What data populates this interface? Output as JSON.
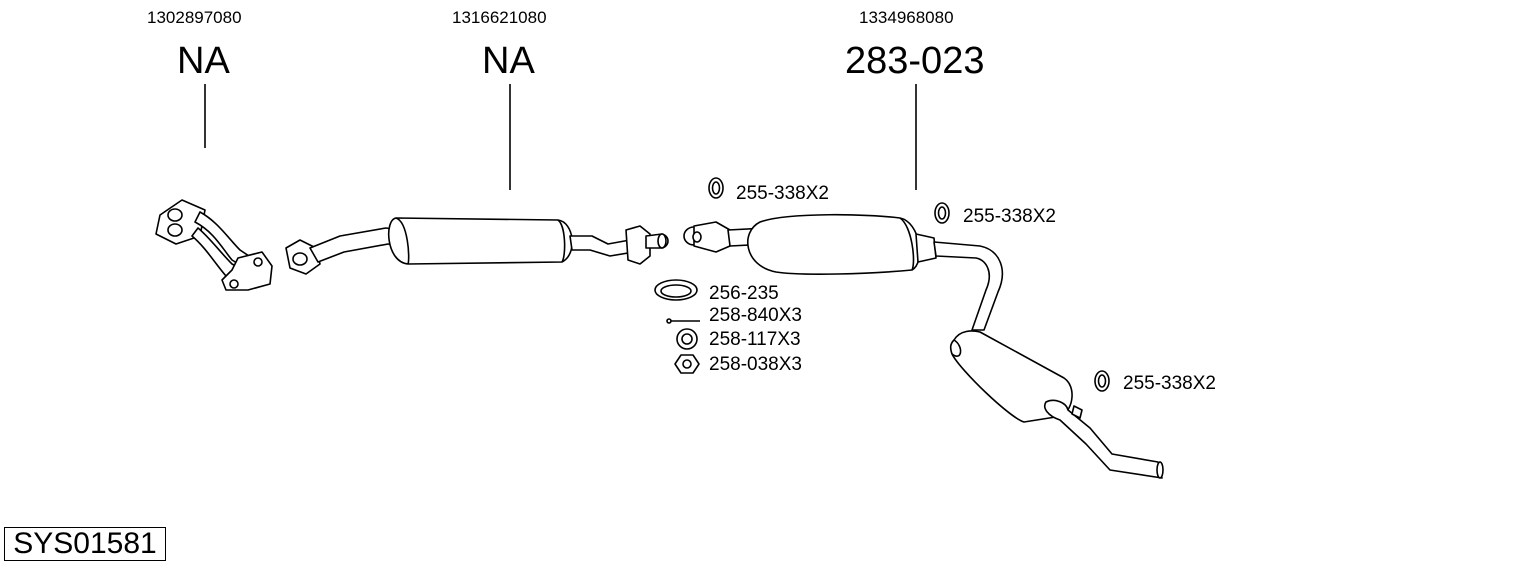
{
  "columns": [
    {
      "oe_number": "1302897080",
      "part_code": "NA"
    },
    {
      "oe_number": "1316621080",
      "part_code": "NA"
    },
    {
      "oe_number": "1334968080",
      "part_code": "283-023"
    }
  ],
  "accessories": [
    {
      "code": "255-338X2",
      "icon": "exhaust-hanger-ring-icon"
    },
    {
      "code": "255-338X2",
      "icon": "exhaust-hanger-ring-icon"
    },
    {
      "code": "256-235",
      "icon": "gasket-ring-icon"
    },
    {
      "code": "258-840X3",
      "icon": "bolt-icon"
    },
    {
      "code": "258-117X3",
      "icon": "washer-icon"
    },
    {
      "code": "258-038X3",
      "icon": "nut-icon"
    },
    {
      "code": "255-338X2",
      "icon": "exhaust-hanger-ring-icon"
    }
  ],
  "system_id": "SYS01581"
}
